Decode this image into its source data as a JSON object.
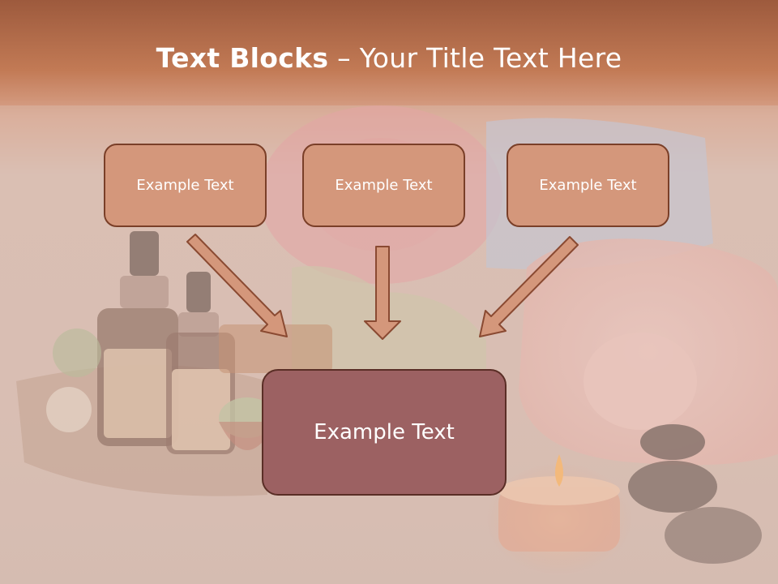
{
  "slide": {
    "title_bold": "Text Blocks",
    "title_rest": " – Your Title Text Here"
  },
  "blocks": {
    "left": "Example Text",
    "center": "Example Text",
    "right": "Example Text",
    "main": "Example Text"
  },
  "colors": {
    "header_band": "#b96b45",
    "small_box_fill": "#d4977b",
    "small_box_border": "#7a3f28",
    "main_box_fill": "#9c6162",
    "arrow_fill": "#d4977b",
    "text": "#ffffff"
  }
}
